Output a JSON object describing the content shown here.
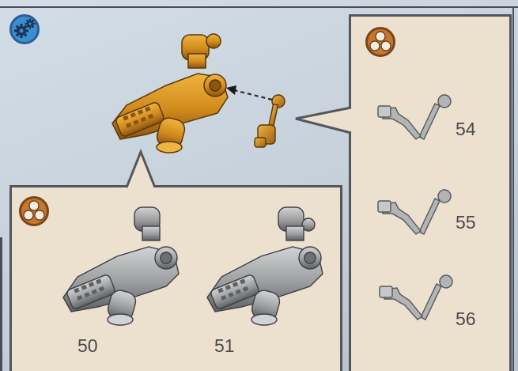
{
  "instruction_step": {
    "icons": {
      "assembly": "gears-icon",
      "parts": "parts-pile-icon"
    },
    "colors": {
      "background": "#c9d3dc",
      "callout_fill": "#ece1cf",
      "assembled_part": "#d08a1c",
      "plastic_grey": "#9c9d9f",
      "outline": "#55555c",
      "badge_blue": "#3b8fd0",
      "badge_orange": "#c7762e"
    },
    "weapon_variants": [
      {
        "label": "50"
      },
      {
        "label": "51"
      }
    ],
    "arm_variants": [
      {
        "label": "54"
      },
      {
        "label": "55"
      },
      {
        "label": "56"
      }
    ]
  }
}
